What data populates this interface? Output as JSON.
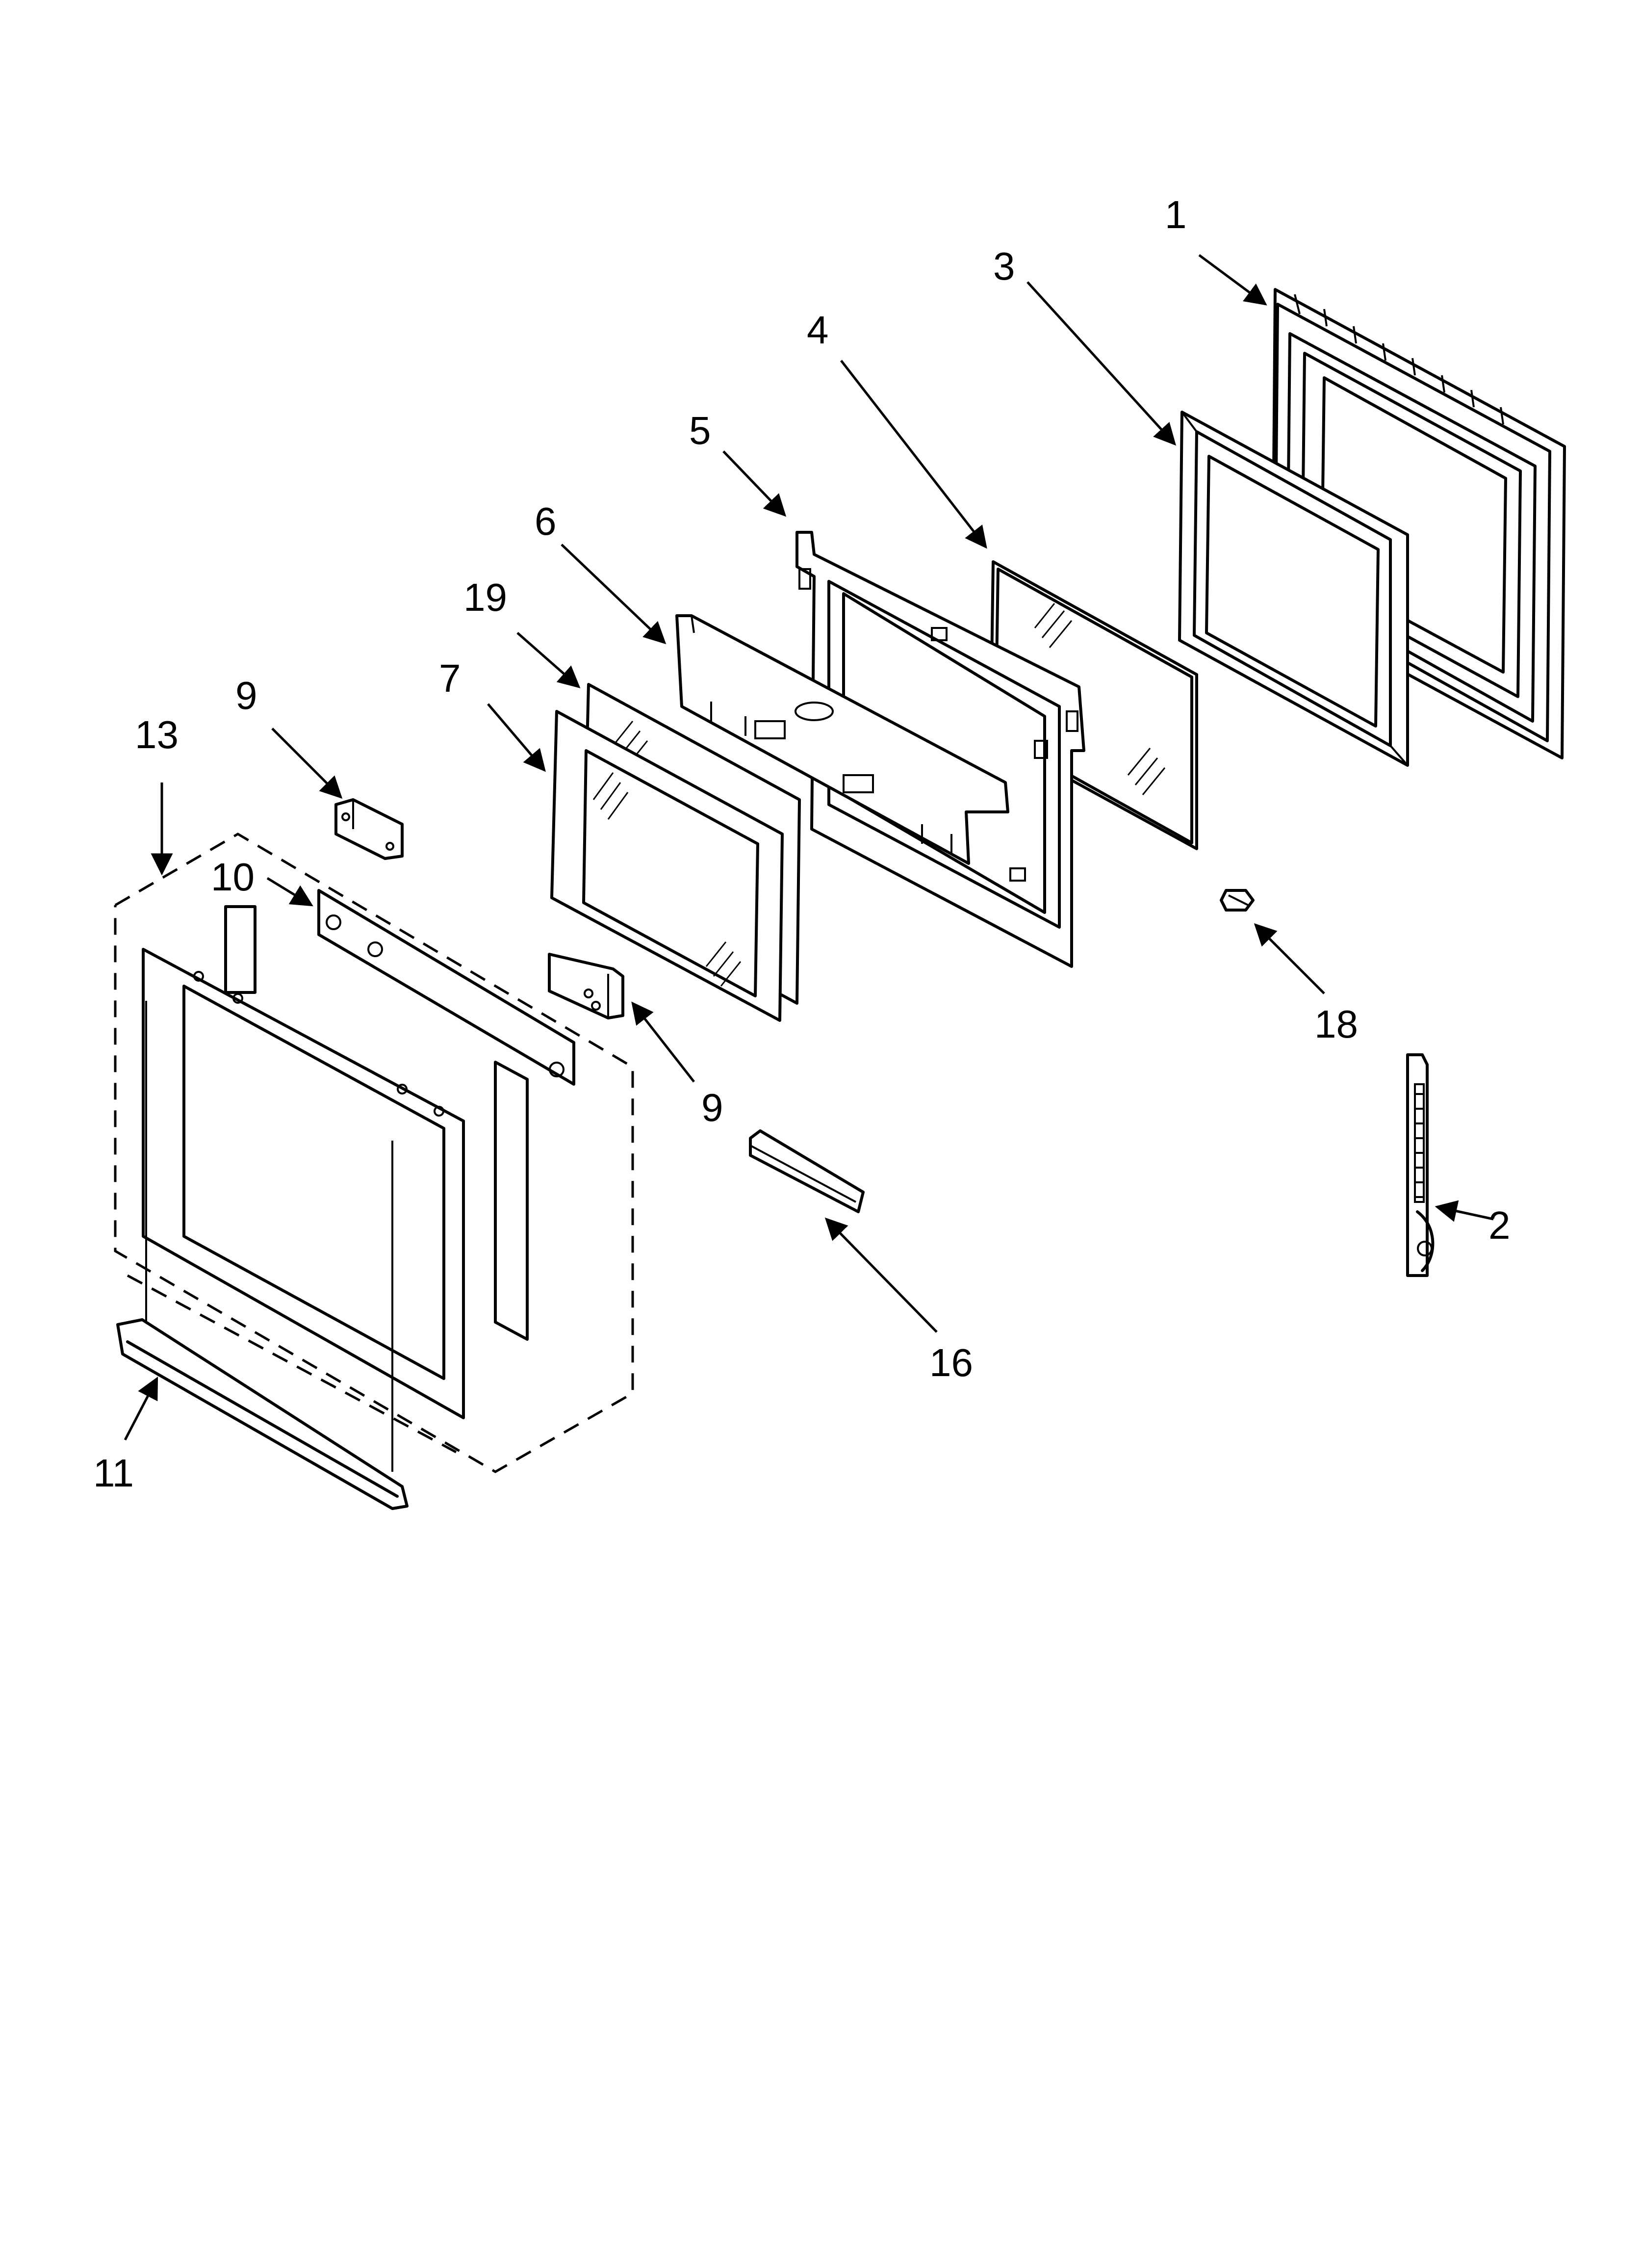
{
  "callouts": {
    "c1": "1",
    "c2": "2",
    "c3": "3",
    "c4": "4",
    "c5": "5",
    "c6": "6",
    "c7": "7",
    "c9a": "9",
    "c9b": "9",
    "c10": "10",
    "c11": "11",
    "c13": "13",
    "c16": "16",
    "c18": "18",
    "c19": "19"
  }
}
